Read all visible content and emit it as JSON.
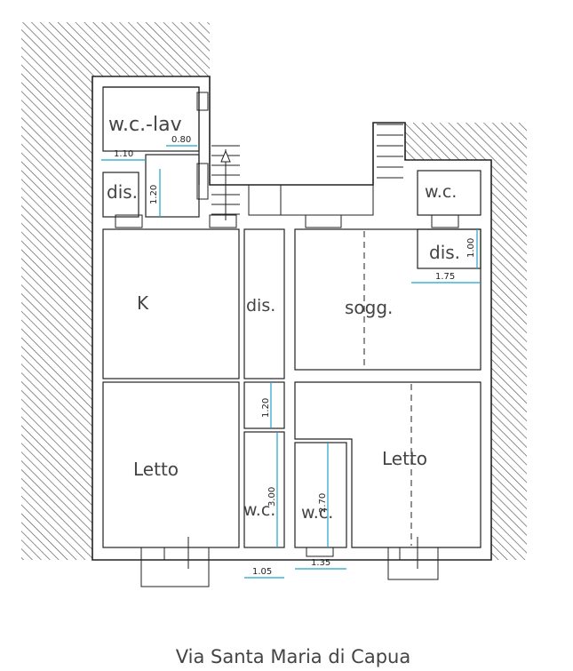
{
  "rooms": {
    "wc_lav": "w.c.-lav",
    "dis_top_left": "dis.",
    "wc_top_right": "w.c.",
    "dis_top_right": "dis.",
    "kitchen": "K",
    "dis_center": "dis.",
    "soggiorno": "sogg.",
    "letto_left": "Letto",
    "wc_center_left": "w.c.",
    "wc_center_right": "w.c.",
    "letto_right": "Letto"
  },
  "dimensions": {
    "d_080": "0.80",
    "d_110": "1.10",
    "d_120_left": "1.20",
    "d_100": "1.00",
    "d_175": "1.75",
    "d_120_center": "1.20",
    "d_300": "3.00",
    "d_270": "2.70",
    "d_105": "1.05",
    "d_135": "1.35"
  },
  "street": "Via Santa Maria di Capua",
  "colors": {
    "wall": "#222222",
    "hatch": "#555555",
    "dimension": "#1aa3c9"
  }
}
